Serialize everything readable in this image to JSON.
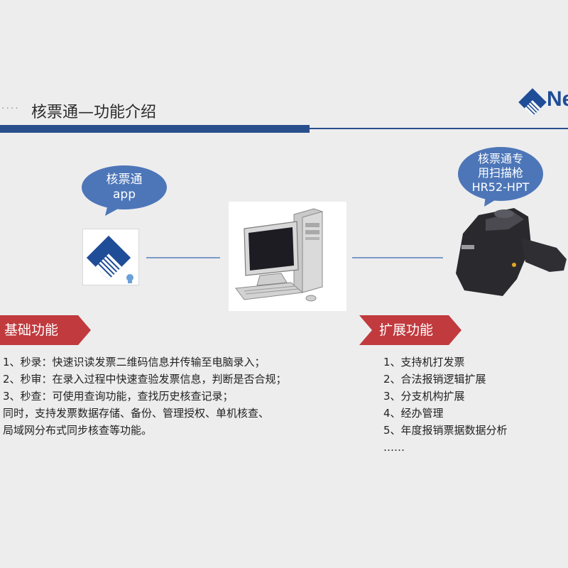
{
  "header": {
    "dots": "····",
    "title": "核票通—功能介绍",
    "logo_text": "Ne",
    "colors": {
      "bar": "#2a4f8d",
      "logo": "#1f4d97"
    }
  },
  "bubble_app": {
    "line1": "核票通",
    "line2": "app",
    "color": "#4d76b8"
  },
  "bubble_scanner": {
    "line1": "核票通专",
    "line2": "用扫描枪",
    "line3": "HR52-HPT",
    "color": "#4d76b8"
  },
  "images": {
    "app_icon": "hepiaotong-app-icon",
    "computer": "desktop-computer",
    "scanner": "barcode-scanner"
  },
  "basic": {
    "header": "基础功能",
    "items": [
      "1、秒录：快速识读发票二维码信息并传输至电脑录入；",
      "2、秒审：在录入过程中快速查验发票信息，判断是否合规；",
      "3、秒查：可使用查询功能，查找历史核查记录；",
      "同时，支持发票数据存储、备份、管理授权、单机核查、",
      "局域网分布式同步核查等功能。"
    ]
  },
  "extended": {
    "header": "扩展功能",
    "items": [
      "1、支持机打发票",
      "2、合法报销逻辑扩展",
      "3、分支机构扩展",
      "4、经办管理",
      "5、年度报销票据数据分析",
      "……"
    ]
  },
  "accent_red": "#c03a3e"
}
